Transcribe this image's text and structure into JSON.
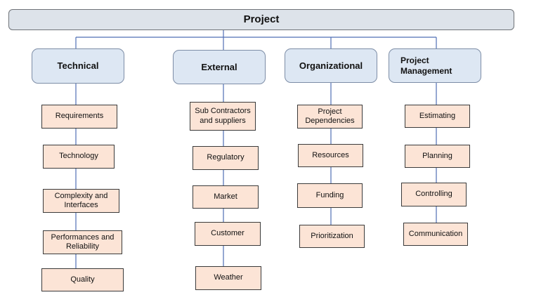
{
  "root": {
    "label": "Project"
  },
  "categories": [
    {
      "label": "Technical",
      "items": [
        "Requirements",
        "Technology",
        "Complexity and Interfaces",
        "Performances and Reliability",
        "Quality"
      ]
    },
    {
      "label": "External",
      "items": [
        "Sub Contractors and suppliers",
        "Regulatory",
        "Market",
        "Customer",
        "Weather"
      ]
    },
    {
      "label": "Organizational",
      "items": [
        "Project Dependencies",
        "Resources",
        "Funding",
        "Prioritization"
      ]
    },
    {
      "label": "Project Management",
      "items": [
        "Estimating",
        "Planning",
        "Controlling",
        "Communication"
      ]
    }
  ]
}
